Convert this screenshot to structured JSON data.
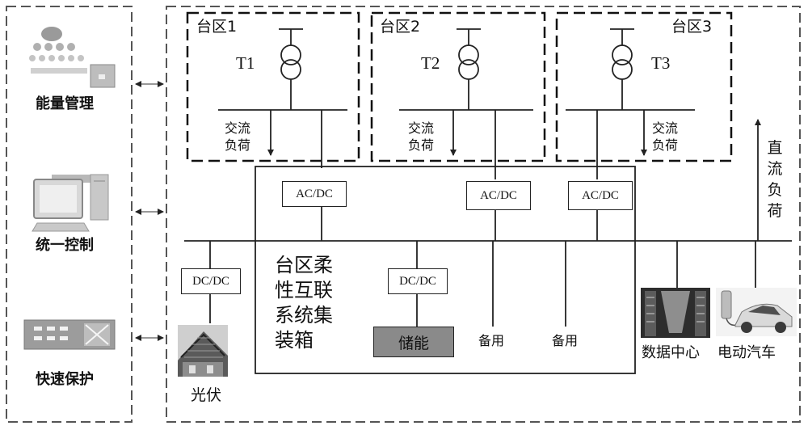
{
  "left_panel": {
    "items": [
      {
        "icon": "hierarchy-computer-icon",
        "label": "能量管理"
      },
      {
        "icon": "desktop-computer-icon",
        "label": "统一控制"
      },
      {
        "icon": "protection-device-icon",
        "label": "快速保护"
      }
    ]
  },
  "zones": [
    {
      "name": "台区1",
      "transformer": "T1",
      "load": "交流\n负荷",
      "load_lines": [
        "交流",
        "负荷"
      ]
    },
    {
      "name": "台区2",
      "transformer": "T2",
      "load_lines": [
        "交流",
        "负荷"
      ]
    },
    {
      "name": "台区3",
      "transformer": "T3",
      "load_lines": [
        "交流",
        "负荷"
      ]
    }
  ],
  "converters": {
    "acdc": "AC/DC",
    "dcdc": "DC/DC"
  },
  "system_box_label_lines": [
    "台区柔",
    "性互联",
    "系统集",
    "装箱"
  ],
  "storage_label": "储能",
  "spare_label": "备用",
  "dc_load_lines": [
    "直",
    "流",
    "负",
    "荷"
  ],
  "pv_label": "光伏",
  "data_center_label": "数据中心",
  "ev_label": "电动汽车"
}
